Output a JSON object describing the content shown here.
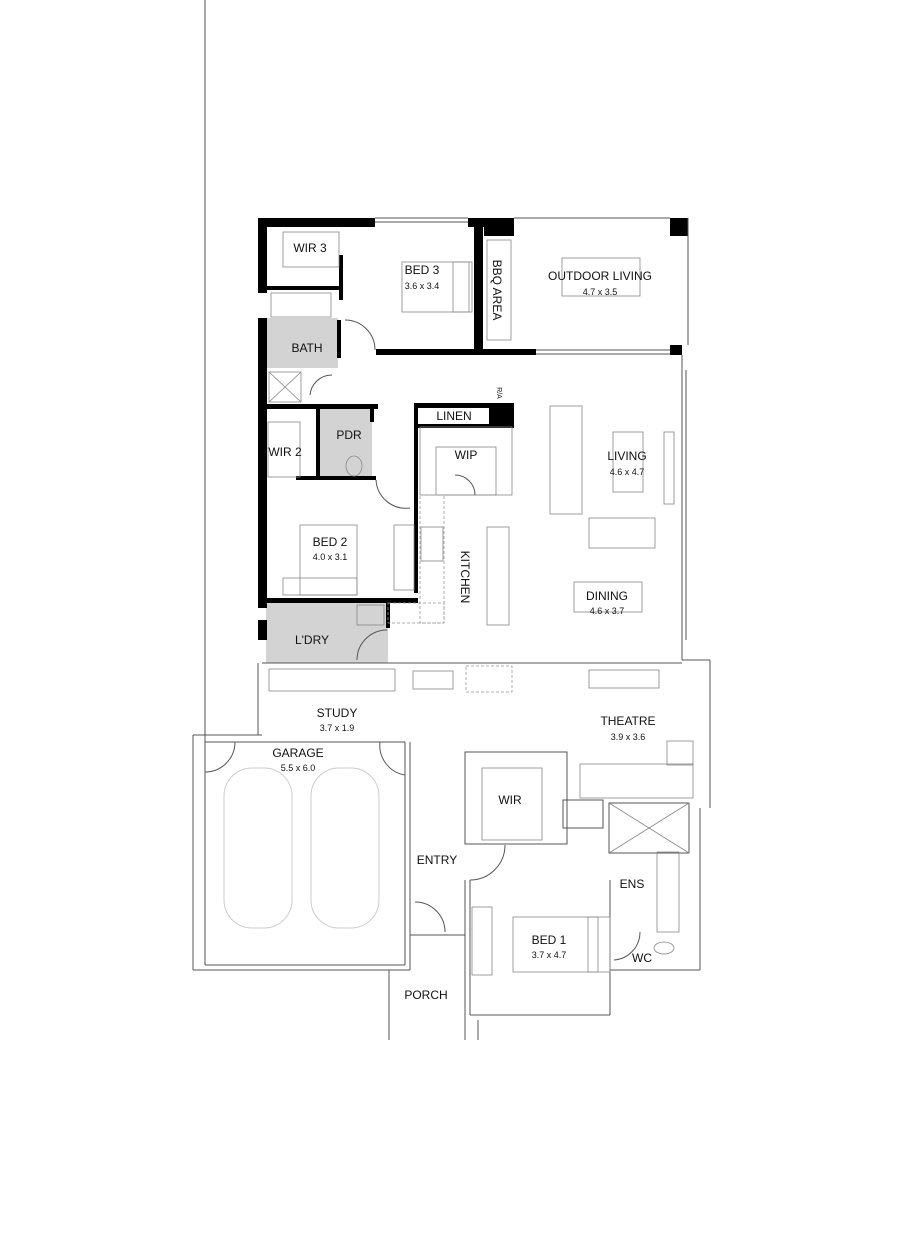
{
  "plan": {
    "rooms": {
      "wir3": {
        "name": "WIR 3"
      },
      "bed3": {
        "name": "BED 3",
        "size": "3.6 x 3.4"
      },
      "bbq": {
        "name": "BBQ AREA"
      },
      "outdoor": {
        "name": "OUTDOOR LIVING",
        "size": "4.7 x 3.5"
      },
      "bath": {
        "name": "BATH"
      },
      "pdr": {
        "name": "PDR"
      },
      "wir2": {
        "name": "WIR 2"
      },
      "linen": {
        "name": "LINEN"
      },
      "ra": {
        "name": "R/A"
      },
      "wip": {
        "name": "WIP"
      },
      "living": {
        "name": "LIVING",
        "size": "4.6 x 4.7"
      },
      "kitchen": {
        "name": "KITCHEN"
      },
      "bed2": {
        "name": "BED 2",
        "size": "4.0 x 3.1"
      },
      "dining": {
        "name": "DINING",
        "size": "4.6 x 3.7"
      },
      "ldry": {
        "name": "L'DRY"
      },
      "study": {
        "name": "STUDY",
        "size": "3.7 x 1.9"
      },
      "theatre": {
        "name": "THEATRE",
        "size": "3.9 x 3.6"
      },
      "garage": {
        "name": "GARAGE",
        "size": "5.5 x 6.0"
      },
      "wir": {
        "name": "WIR"
      },
      "entry": {
        "name": "ENTRY"
      },
      "ens": {
        "name": "ENS"
      },
      "bed1": {
        "name": "BED 1",
        "size": "3.7 x 4.7"
      },
      "wc": {
        "name": "WC"
      },
      "porch": {
        "name": "PORCH"
      }
    },
    "colors": {
      "wall": "#000000",
      "wet_area": "#d3d3d3",
      "line": "#555555"
    }
  }
}
